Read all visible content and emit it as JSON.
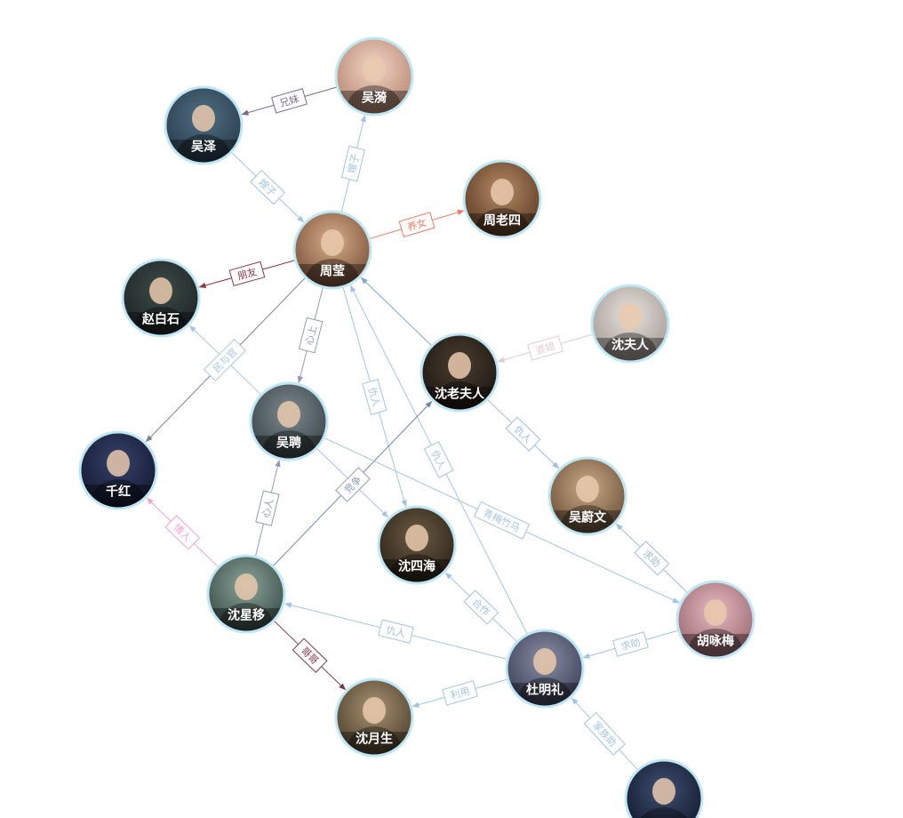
{
  "diagram": {
    "nodes": [
      {
        "id": "wuqi",
        "name": "吴漪",
        "bg": [
          "#f1d4c6",
          "#b88872"
        ]
      },
      {
        "id": "wuze",
        "name": "吴泽",
        "bg": [
          "#4f6f83",
          "#2a3d4c"
        ]
      },
      {
        "id": "zhouying",
        "name": "周莹",
        "bg": [
          "#d7b08c",
          "#7a5038"
        ]
      },
      {
        "id": "zhoulaosi",
        "name": "周老四",
        "bg": [
          "#b58b66",
          "#5d3b25"
        ]
      },
      {
        "id": "zhaobaishi",
        "name": "赵白石",
        "bg": [
          "#3d4b48",
          "#1d2625"
        ]
      },
      {
        "id": "shenfuren",
        "name": "沈夫人",
        "bg": [
          "#e6e2de",
          "#a59c94"
        ]
      },
      {
        "id": "shenlaofuren",
        "name": "沈老夫人",
        "bg": [
          "#4a3d30",
          "#1e1812"
        ]
      },
      {
        "id": "wupin",
        "name": "吴聘",
        "bg": [
          "#7d8a8e",
          "#3a4548"
        ]
      },
      {
        "id": "qianhong",
        "name": "千红",
        "bg": [
          "#36426a",
          "#151a33"
        ]
      },
      {
        "id": "wuweiwen",
        "name": "吴蔚文",
        "bg": [
          "#c9aa88",
          "#6e5238"
        ]
      },
      {
        "id": "shensihai",
        "name": "沈四海",
        "bg": [
          "#6c5b43",
          "#2c2418"
        ]
      },
      {
        "id": "shenxingyi",
        "name": "沈星移",
        "bg": [
          "#8aa49a",
          "#3a4e48"
        ]
      },
      {
        "id": "huyongmei",
        "name": "胡咏梅",
        "bg": [
          "#e6b8c0",
          "#9b6a72"
        ]
      },
      {
        "id": "dumingli",
        "name": "杜明礼",
        "bg": [
          "#8b8fa6",
          "#3c4058"
        ]
      },
      {
        "id": "shenyuesheng",
        "name": "沈月生",
        "bg": [
          "#a89270",
          "#4f4230"
        ]
      },
      {
        "id": "bottom",
        "name": "",
        "bg": [
          "#3e4f72",
          "#141b2e"
        ]
      }
    ],
    "edges": [
      {
        "source": "wuqi",
        "target": "wuze",
        "label": "兄妹",
        "color": "#7b6a8c"
      },
      {
        "source": "zhouying",
        "target": "wuqi",
        "label": "嫂子",
        "color": "#a3c4e0"
      },
      {
        "source": "wuze",
        "target": "zhouying",
        "label": "嫂子",
        "color": "#a3c4e0"
      },
      {
        "source": "zhouying",
        "target": "zhoulaosi",
        "label": "养女",
        "color": "#f07a63"
      },
      {
        "source": "zhouying",
        "target": "zhaobaishi",
        "label": "朋友",
        "color": "#8a3b44"
      },
      {
        "source": "shenfuren",
        "target": "shenlaofuren",
        "label": "婆媳",
        "color": "#e2cbd4"
      },
      {
        "source": "zhouying",
        "target": "wupin",
        "label": "心上",
        "color": "#8f9bb8"
      },
      {
        "source": "zhouying",
        "target": "qianhong",
        "label": "",
        "color": "#7d8196"
      },
      {
        "source": "wupin",
        "target": "zhaobaishi",
        "label": "",
        "color": "#a8c8e2"
      },
      {
        "source": "zhouying",
        "target": "shensihai",
        "label": "仇人",
        "color": "#a3c4e0"
      },
      {
        "source": "shenlaofuren",
        "target": "zhouying",
        "label": "",
        "color": "#7fa8d0"
      },
      {
        "source": "shenlaofuren",
        "target": "wuweiwen",
        "label": "仇人",
        "color": "#9fbde0"
      },
      {
        "source": "dumingli",
        "target": "zhouying",
        "label": "仇人",
        "color": "#a3c4e0"
      },
      {
        "source": "shenxingyi",
        "target": "wupin",
        "label": "心人",
        "color": "#8f9bb8"
      },
      {
        "source": "shenxingyi",
        "target": "shenlaofuren",
        "label": "",
        "color": "#6e86b0"
      },
      {
        "source": "wupin",
        "target": "shensihai",
        "label": "",
        "color": "#a3c4e0"
      },
      {
        "source": "wupin",
        "target": "huyongmei",
        "label": "青梅竹马",
        "color": "#a3c4e0"
      },
      {
        "source": "huyongmei",
        "target": "wuweiwen",
        "label": "求助",
        "color": "#9fbde0"
      },
      {
        "source": "shenxingyi",
        "target": "qianhong",
        "label": "情人",
        "color": "#f0a4d2"
      },
      {
        "source": "dumingli",
        "target": "shensihai",
        "label": "合作",
        "color": "#a3c4e0"
      },
      {
        "source": "huyongmei",
        "target": "dumingli",
        "label": "求助",
        "color": "#a3c4e0"
      },
      {
        "source": "dumingli",
        "target": "shenxingyi",
        "label": "仇人",
        "color": "#a3c4e0"
      },
      {
        "source": "shenxingyi",
        "target": "shenyuesheng",
        "label": "哥哥",
        "color": "#7a3a4a"
      },
      {
        "source": "dumingli",
        "target": "shenyuesheng",
        "label": "利用",
        "color": "#a3c4e0"
      },
      {
        "source": "bottom",
        "target": "dumingli",
        "label": "家族助",
        "color": "#a3c4e0"
      }
    ],
    "boxes": [
      {
        "label": "民与官",
        "color": "#a8c8e2"
      },
      {
        "label": "竞争",
        "color": "#8f9bb8"
      }
    ]
  }
}
